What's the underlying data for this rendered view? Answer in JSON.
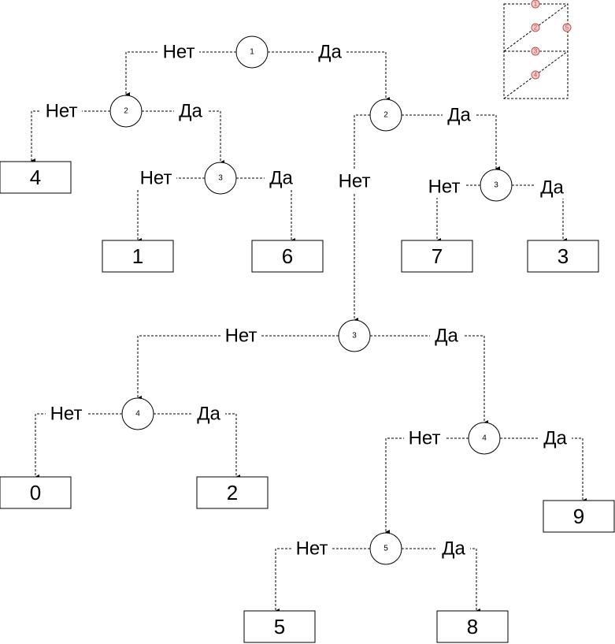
{
  "labels": {
    "no": "Нет",
    "yes": "Да"
  },
  "colors": {
    "line": "#000000",
    "marker_fill": "#f4cccc",
    "marker_stroke": "#b85450"
  },
  "nodes": {
    "root": "1",
    "l": "2",
    "l_yes": "3",
    "r": "2",
    "r_no": "3",
    "r_no_no": "4",
    "r_no_yes": "4",
    "r_no_yes_no": "5",
    "r_yes": "3"
  },
  "leaves": {
    "l_no": "4",
    "l_yes_no": "1",
    "l_yes_yes": "6",
    "r_yes_no": "7",
    "r_yes_yes": "3",
    "r_no_no_no": "0",
    "r_no_no_yes": "2",
    "r_no_yes_yes": "9",
    "r_no_yes_no_no": "5",
    "r_no_yes_no_yes": "8"
  },
  "legend": {
    "markers": [
      "1",
      "2",
      "5",
      "3",
      "4"
    ]
  }
}
